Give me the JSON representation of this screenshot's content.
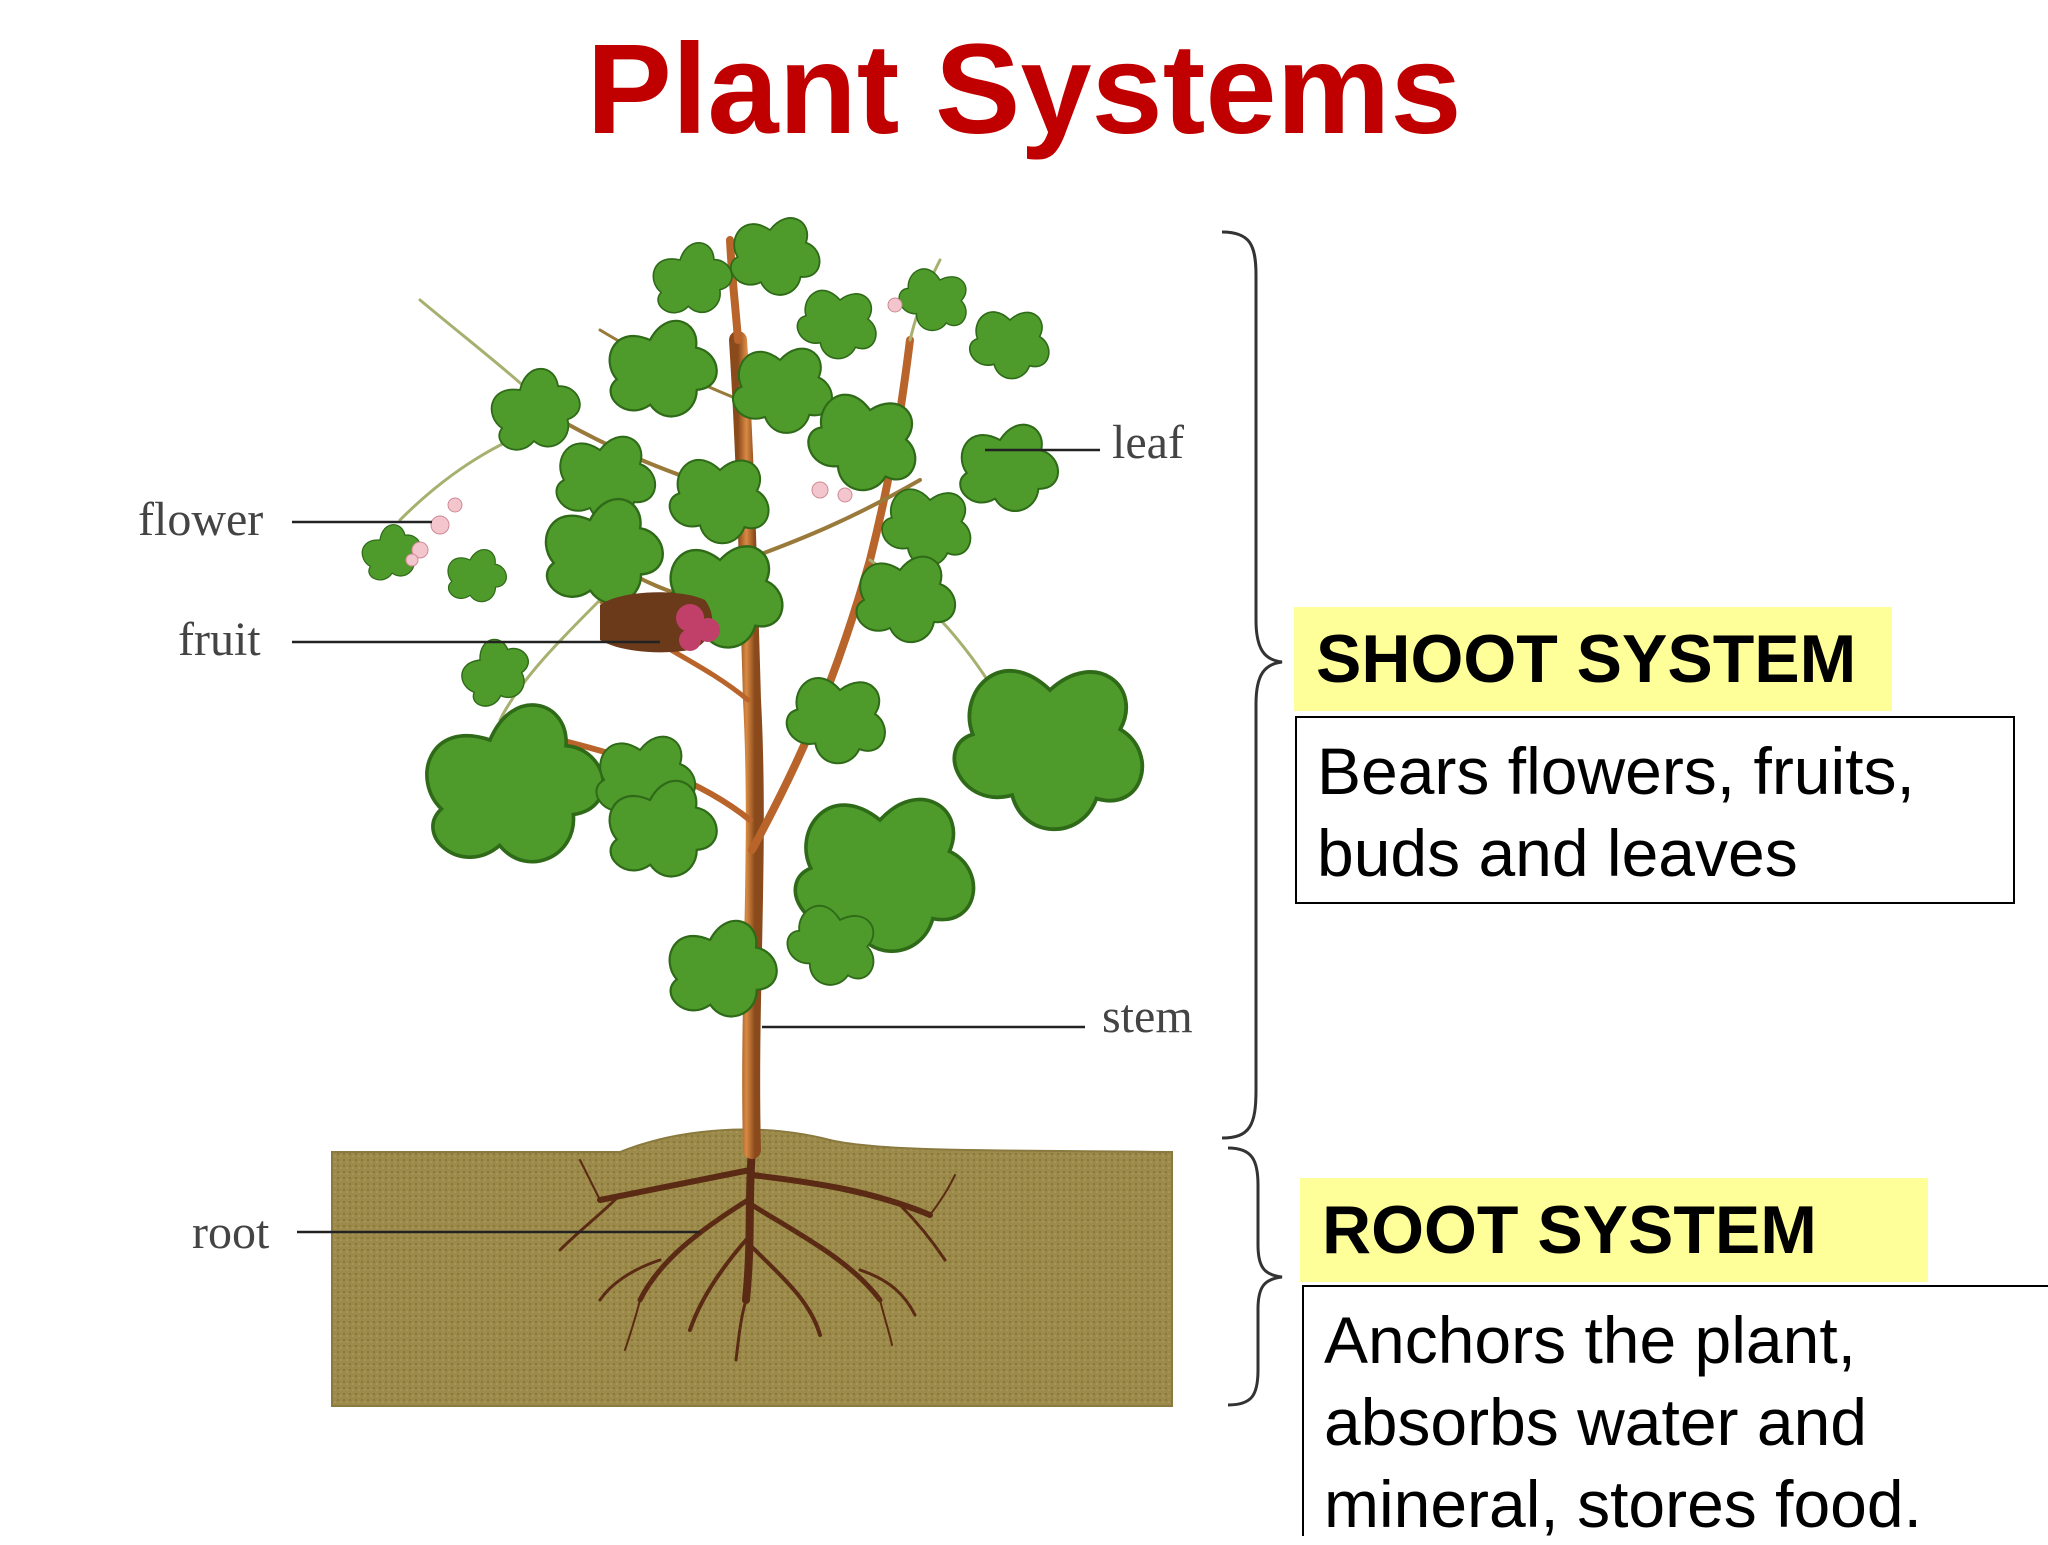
{
  "title": "Plant Systems",
  "labels": {
    "leaf": "leaf",
    "flower": "flower",
    "fruit": "fruit",
    "stem": "stem",
    "root": "root"
  },
  "shoot_system": {
    "heading": "SHOOT SYSTEM",
    "description": "Bears flowers, fruits, buds and leaves"
  },
  "root_system": {
    "heading": "ROOT SYSTEM",
    "description": "Anchors the plant, absorbs water and mineral, stores food."
  },
  "colors": {
    "title": "#c00000",
    "heading_highlight": "#ffff99",
    "leaf": "#4e9a2a",
    "stem": "#b8642a",
    "soil": "#9c8a4a",
    "root": "#5a2a14",
    "fruit": "#c0406a",
    "flower": "#f2c6cc"
  }
}
